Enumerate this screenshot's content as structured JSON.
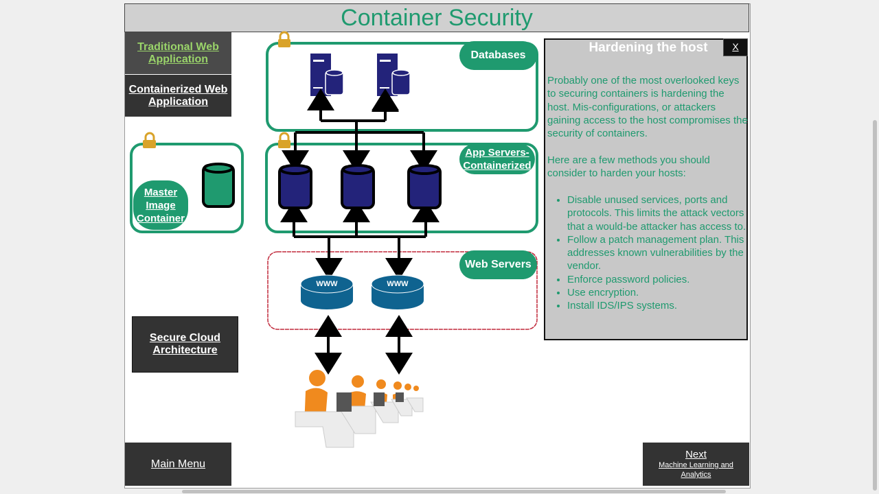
{
  "title": "Container Security",
  "nav": {
    "traditional": "Traditional Web Application",
    "containerized": "Containerized Web Application",
    "secure_cloud": "Secure Cloud Architecture",
    "main_menu": "Main Menu",
    "next": "Next",
    "next_sub": "Machine Learning and Analytics"
  },
  "diagram": {
    "databases": "Databases",
    "app_servers_1": "App Servers-",
    "app_servers_2": "Containerized",
    "web_servers": "Web Servers",
    "master_image": "Master Image Container",
    "www": "WWW"
  },
  "panel": {
    "title": "Hardening the host",
    "close": "X",
    "para1": "Probably one of the most overlooked keys to securing containers is hardening the host.  Mis-configurations, or attackers gaining access to the host compromises the security of containers.",
    "para2": "Here are a few methods you should consider to harden your hosts:",
    "bullets": [
      "Disable unused services, ports and protocols. This limits the attack vectors that a would-be attacker has access to.",
      "Follow a patch management plan. This addresses known vulnerabilities by the vendor.",
      "Enforce password policies.",
      "Use encryption.",
      "Install IDS/IPS systems."
    ]
  },
  "colors": {
    "accent": "#1f9a6f",
    "navy": "#23237a",
    "www": "#0f6390",
    "lock": "#d9a32a",
    "web_border": "#c0283a",
    "visited_link": "#9ad46a"
  }
}
